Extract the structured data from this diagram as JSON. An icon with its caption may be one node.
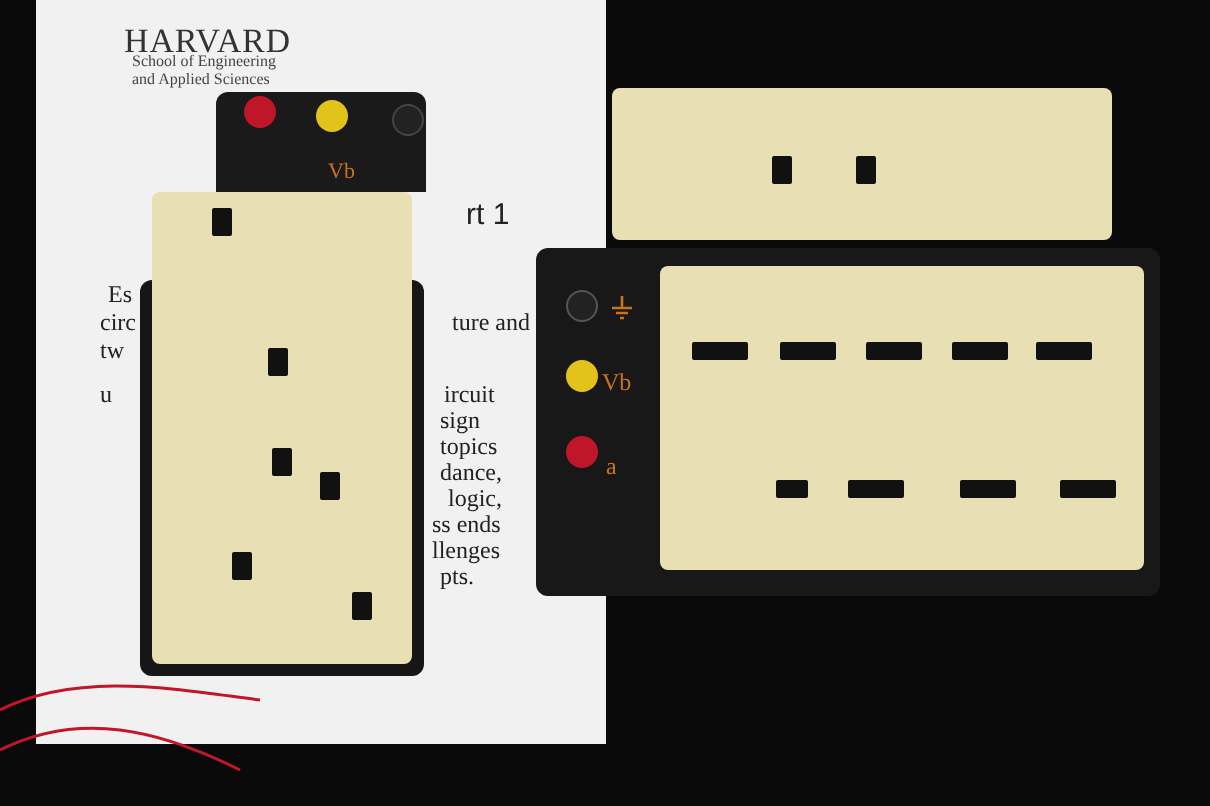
{
  "diagram": {
    "labels": [
      "HARVARD",
      "School of Engineering and Applied Sciences",
      "Vb",
      "rt 1",
      "Es",
      "circ",
      "ture and",
      "tw",
      "u",
      "ircuit",
      "sign",
      "topics",
      "dance,",
      "logic,",
      "ss ends",
      "llenges",
      "pts.",
      "Vb",
      "a"
    ]
  }
}
